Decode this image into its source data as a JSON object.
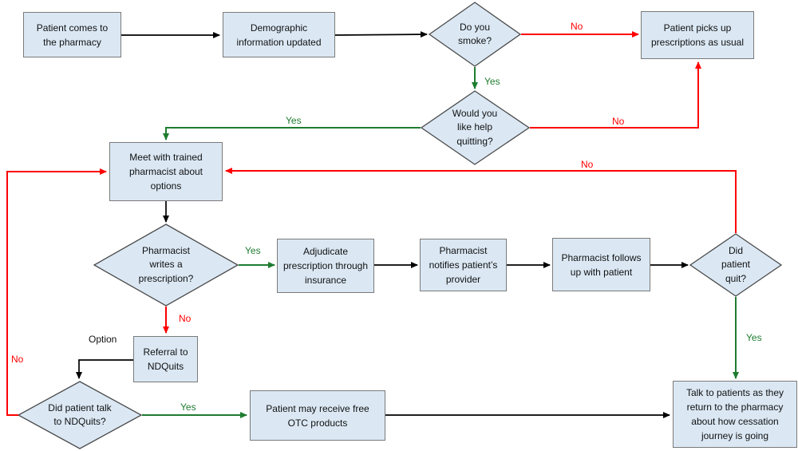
{
  "diagram_type": "flowchart",
  "colors": {
    "node_fill": "#dbe8f4",
    "rect_border": "#7a7a7a",
    "diamond_border": "#4a4a4a",
    "edge_black": "#000000",
    "edge_red": "#ff0000",
    "edge_green": "#1e7c30"
  },
  "nodes": {
    "patient_comes": {
      "type": "process",
      "label": "Patient comes to the pharmacy"
    },
    "demographic": {
      "type": "process",
      "label": "Demographic information updated"
    },
    "do_you_smoke": {
      "type": "decision",
      "label": "Do you smoke?"
    },
    "picks_up": {
      "type": "process",
      "label": "Patient picks up prescriptions as usual"
    },
    "help_quitting": {
      "type": "decision",
      "label": "Would you like help quitting?"
    },
    "meet_pharmacist": {
      "type": "process",
      "label": "Meet with trained pharmacist about options"
    },
    "writes_prescription": {
      "type": "decision",
      "label": "Pharmacist writes a prescription?"
    },
    "adjudicate": {
      "type": "process",
      "label": "Adjudicate prescription through insurance"
    },
    "notifies_provider": {
      "type": "process",
      "label": "Pharmacist notifies patient’s provider"
    },
    "follows_up": {
      "type": "process",
      "label": "Pharmacist follows up with patient"
    },
    "did_quit": {
      "type": "decision",
      "label": "Did patient quit?"
    },
    "referral": {
      "type": "process",
      "label": "Referral to NDQuits"
    },
    "talked_ndquits": {
      "type": "decision",
      "label": "Did patient talk to NDQuits?"
    },
    "free_otc": {
      "type": "process",
      "label": "Patient may receive free OTC products"
    },
    "talk_return": {
      "type": "process",
      "label": "Talk to patients as they return to the pharmacy about how cessation journey is going"
    }
  },
  "edge_labels": {
    "smoke_no": "No",
    "smoke_yes": "Yes",
    "help_no": "No",
    "help_yes": "Yes",
    "quit_no": "No",
    "rx_yes": "Yes",
    "rx_no": "No",
    "option": "Option",
    "ndquits_no": "No",
    "ndquits_yes": "Yes",
    "quit_yes": "Yes"
  }
}
